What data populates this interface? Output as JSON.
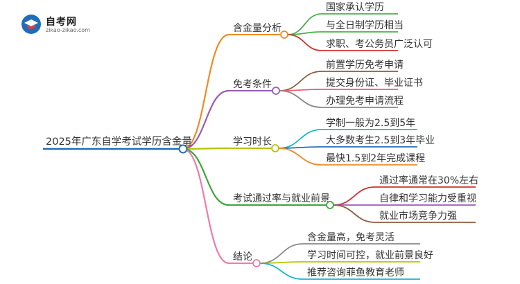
{
  "logo": {
    "title": "自考网",
    "subtitle": "zikao-zikao.com",
    "icon": "graduation-cap-icon"
  },
  "root": {
    "label": "2025年广东自学考试学历含金量",
    "color": "#1e6fb8"
  },
  "branches": [
    {
      "label": "含金量分析",
      "color": "#f08a24",
      "children": [
        {
          "label": "国家承认学历",
          "color": "#48b04a"
        },
        {
          "label": "与全日制学历相当",
          "color": "#48b04a"
        },
        {
          "label": "求职、考公务员广泛认可",
          "color": "#d0312d"
        }
      ]
    },
    {
      "label": "免考条件",
      "color": "#9b59b6",
      "children": [
        {
          "label": "前置学历免考申请",
          "color": "#8d5a3c"
        },
        {
          "label": "提交身份证、毕业证书",
          "color": "#e85d75"
        },
        {
          "label": "办理免考申请流程",
          "color": "#888888"
        }
      ]
    },
    {
      "label": "学习时长",
      "color": "#b5c400",
      "children": [
        {
          "label": "学制一般为2.5到5年",
          "color": "#17b6c9"
        },
        {
          "label": "大多数考生2.5到3年毕业",
          "color": "#1e6fb8"
        },
        {
          "label": "最快1.5到2年完成课程",
          "color": "#f08a24"
        }
      ]
    },
    {
      "label": "考试通过率与就业前景",
      "color": "#3aa63a",
      "children": [
        {
          "label": "通过率通常在30%左右",
          "color": "#d0312d"
        },
        {
          "label": "自律和学习能力受重视",
          "color": "#9b59b6"
        },
        {
          "label": "就业市场竞争力强",
          "color": "#8d5a3c"
        }
      ]
    },
    {
      "label": "结论",
      "color": "#f07aa8",
      "children": [
        {
          "label": "含金量高，免考灵活",
          "color": "#888888"
        },
        {
          "label": "学习时间可控，就业前景良好",
          "color": "#b5c400"
        },
        {
          "label": "推荐咨询菲鱼教育老师",
          "color": "#17b6c9"
        }
      ]
    }
  ]
}
